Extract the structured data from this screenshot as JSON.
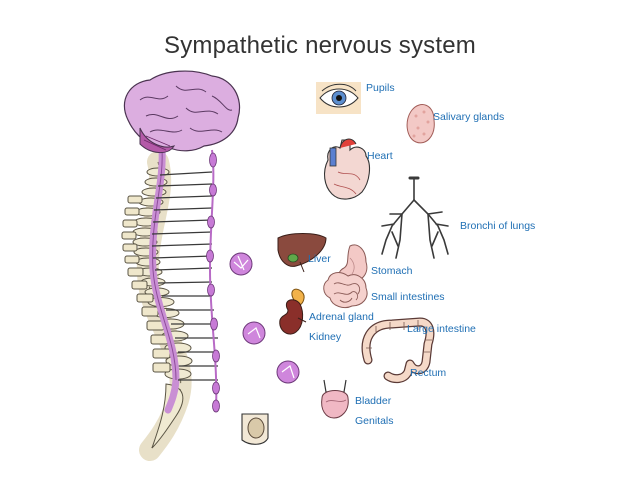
{
  "title": "Sympathetic nervous system",
  "colors": {
    "label": "#1f6fb4",
    "brain": "#d9a8d6",
    "spinal_cord": "#c98fd4",
    "ganglion": "#c77ad6",
    "bone": "#f0ead2",
    "organ_pink": "#f3c9c6"
  },
  "labels": {
    "pupils": "Pupils",
    "salivary": "Salivary glands",
    "heart": "Heart",
    "bronchi": "Bronchi of lungs",
    "liver": "Liver",
    "stomach": "Stomach",
    "small_intestines": "Small intestines",
    "adrenal": "Adrenal gland",
    "kidney": "Kidney",
    "large_intestine": "Large intestine",
    "rectum": "Rectum",
    "bladder": "Bladder",
    "genitals": "Genitals"
  },
  "icons": {
    "brain": "brain-icon",
    "spine": "spine-icon",
    "eye": "eye-icon",
    "salivary": "salivary-gland-icon",
    "heart": "heart-icon",
    "lungs": "bronchi-icon",
    "liver": "liver-icon",
    "stomach": "stomach-icon",
    "adrenal": "adrenal-kidney-icon",
    "large_intestine": "large-intestine-icon",
    "bladder": "bladder-icon",
    "genitals": "genitals-icon"
  }
}
